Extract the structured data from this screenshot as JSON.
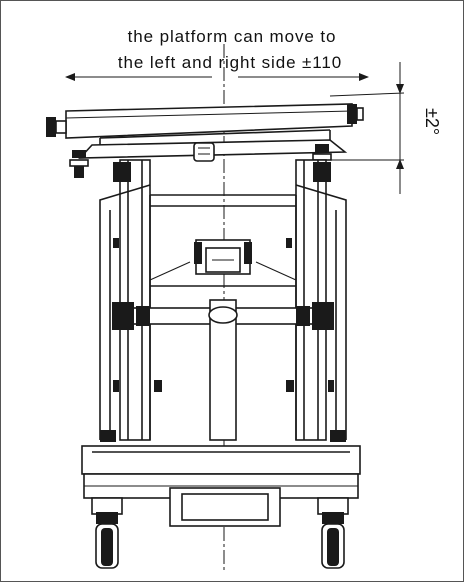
{
  "annotation": {
    "line1": "the platform can move to",
    "line2": "the left and right side ±110",
    "tilt": "±2°"
  }
}
